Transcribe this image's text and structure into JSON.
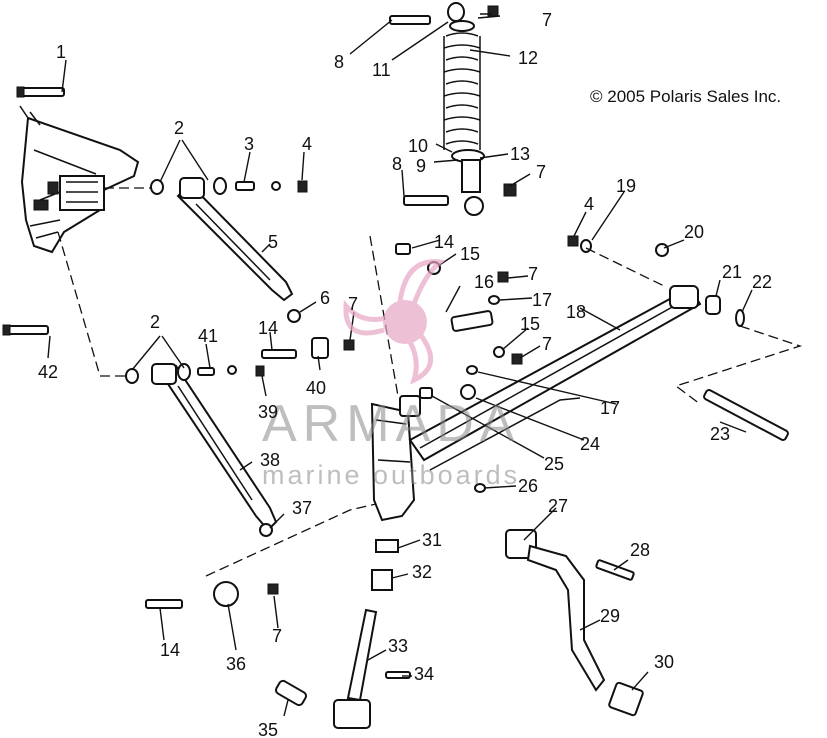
{
  "copyright": "© 2005 Polaris Sales Inc.",
  "watermark": {
    "main": "ARMADA",
    "sub": "marine outboards",
    "color": "#e8a6c4"
  },
  "labels": [
    "1",
    "2",
    "3",
    "4",
    "5",
    "6",
    "7",
    "8",
    "11",
    "12",
    "10",
    "9",
    "13",
    "7",
    "8",
    "4",
    "19",
    "20",
    "14",
    "15",
    "16",
    "7",
    "17",
    "18",
    "21",
    "22",
    "2",
    "41",
    "14",
    "7",
    "40",
    "42",
    "39",
    "15",
    "7",
    "17",
    "23",
    "24",
    "25",
    "38",
    "26",
    "37",
    "27",
    "31",
    "32",
    "28",
    "29",
    "14",
    "36",
    "7",
    "33",
    "34",
    "30",
    "35"
  ]
}
